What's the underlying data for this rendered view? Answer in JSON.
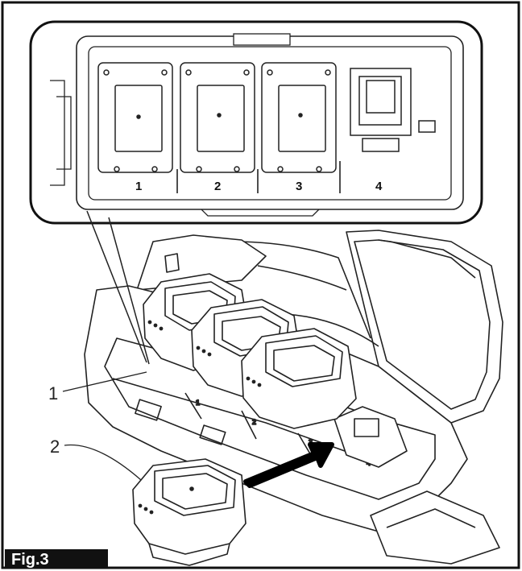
{
  "figure": {
    "caption": "Fig.3",
    "callouts": [
      "1",
      "2"
    ],
    "slot_labels": [
      "1",
      "2",
      "3",
      "4"
    ],
    "case_slot_marks": [
      "1",
      "2",
      "3",
      "4"
    ]
  }
}
